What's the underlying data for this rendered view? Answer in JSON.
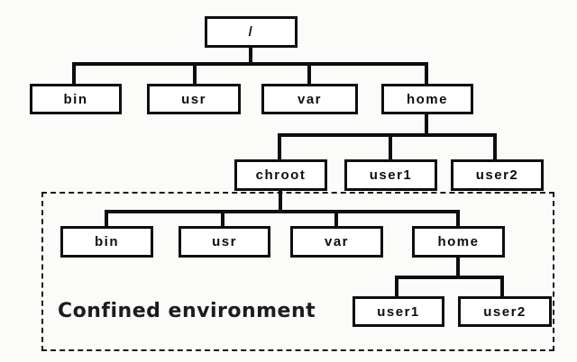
{
  "diagram": {
    "type": "filesystem-tree",
    "confined_label": "Confined environment",
    "nodes": {
      "root": "/",
      "l2_bin": "bin",
      "l2_usr": "usr",
      "l2_var": "var",
      "l2_home": "home",
      "l3_chroot": "chroot",
      "l3_user1": "user1",
      "l3_user2": "user2",
      "l4_bin": "bin",
      "l4_usr": "usr",
      "l4_var": "var",
      "l4_home": "home",
      "l5_user1": "user1",
      "l5_user2": "user2"
    },
    "hierarchy": {
      "/": {
        "bin": {},
        "usr": {},
        "var": {},
        "home": {
          "chroot": {
            "bin": {},
            "usr": {},
            "var": {},
            "home": {
              "user1": {},
              "user2": {}
            }
          },
          "user1": {},
          "user2": {}
        }
      }
    },
    "confined_subtree_root": "chroot",
    "colors": {
      "line": "#0e0e0e",
      "box_fill": "#ffffff",
      "background": "#fbfbf9",
      "text": "#0e0e0e"
    }
  }
}
